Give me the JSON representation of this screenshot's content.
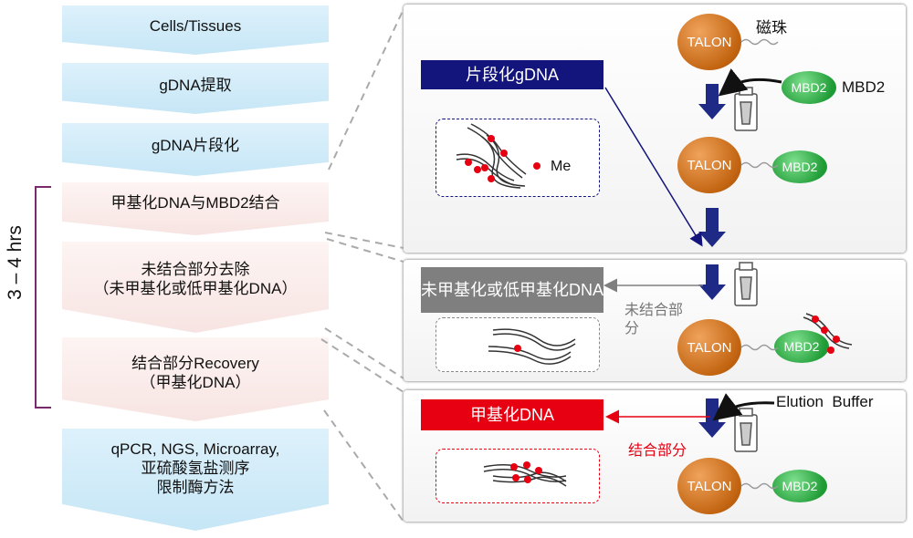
{
  "steps": [
    {
      "label": "Cells/Tissues"
    },
    {
      "label": "gDNA提取"
    },
    {
      "label": "gDNA片段化"
    },
    {
      "label": "甲基化DNA与MBD2结合"
    },
    {
      "label": "未结合部分去除\n（未甲基化或低甲基化DNA）"
    },
    {
      "label": "结合部分Recovery\n（甲基化DNA）"
    },
    {
      "label": "qPCR, NGS, Microarray,\n亚硫酸氢盐测序\n限制酶方法"
    }
  ],
  "time_label": "3 – 4 hrs",
  "panel1": {
    "title": "片段化gDNA",
    "me_label": "Me",
    "bead_label": "磁珠",
    "mbd2_label": "MBD2",
    "talon": "TALON",
    "mbd_ball": "MBD2"
  },
  "panel2": {
    "title": "未甲基化或低甲基化DNA",
    "side_note": "未结合部分",
    "talon": "TALON",
    "mbd_ball": "MBD2"
  },
  "panel3": {
    "title": "甲基化DNA",
    "elution": "Elution  Buffer",
    "side_note": "结合部分",
    "talon": "TALON",
    "mbd_ball": "MBD2"
  },
  "colors": {
    "navy": "#13147c",
    "gray": "#7f7f7f",
    "red": "#e60012",
    "arrow": "#1f2a86"
  }
}
